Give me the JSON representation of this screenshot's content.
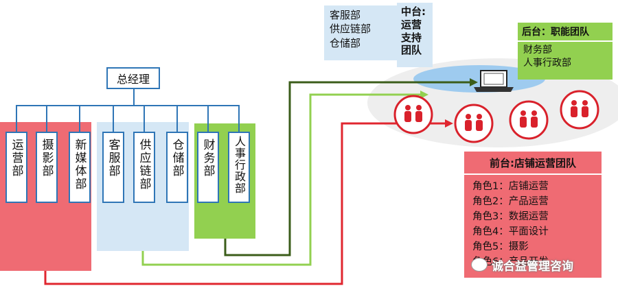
{
  "ceo": "总经理",
  "departments": [
    {
      "label": "运营部"
    },
    {
      "label": "摄影部"
    },
    {
      "label": "新媒体部"
    },
    {
      "label": "客服部"
    },
    {
      "label": "供应链部"
    },
    {
      "label": "仓储部"
    },
    {
      "label": "财务部"
    },
    {
      "label": "人事行政部"
    }
  ],
  "middle": {
    "list": "客服部\n供应链部\n仓储部",
    "title": "中台:\n运营\n支持\n团队"
  },
  "back": {
    "title": "后台：职能团队",
    "list": "财务部\n人事行政部"
  },
  "front": {
    "title": "前台:店铺运营团队",
    "roles": [
      "角色1：店铺运营",
      "角色2：产品运营",
      "角色3：数据运营",
      "角色4：平面设计",
      "角色5：摄影",
      "角色6：产品开发"
    ]
  },
  "watermark": "诚合益管理咨询",
  "colors": {
    "red": "#ef6b73",
    "blue": "#c5def2",
    "green": "#92d050",
    "line": "#2e75b6"
  }
}
